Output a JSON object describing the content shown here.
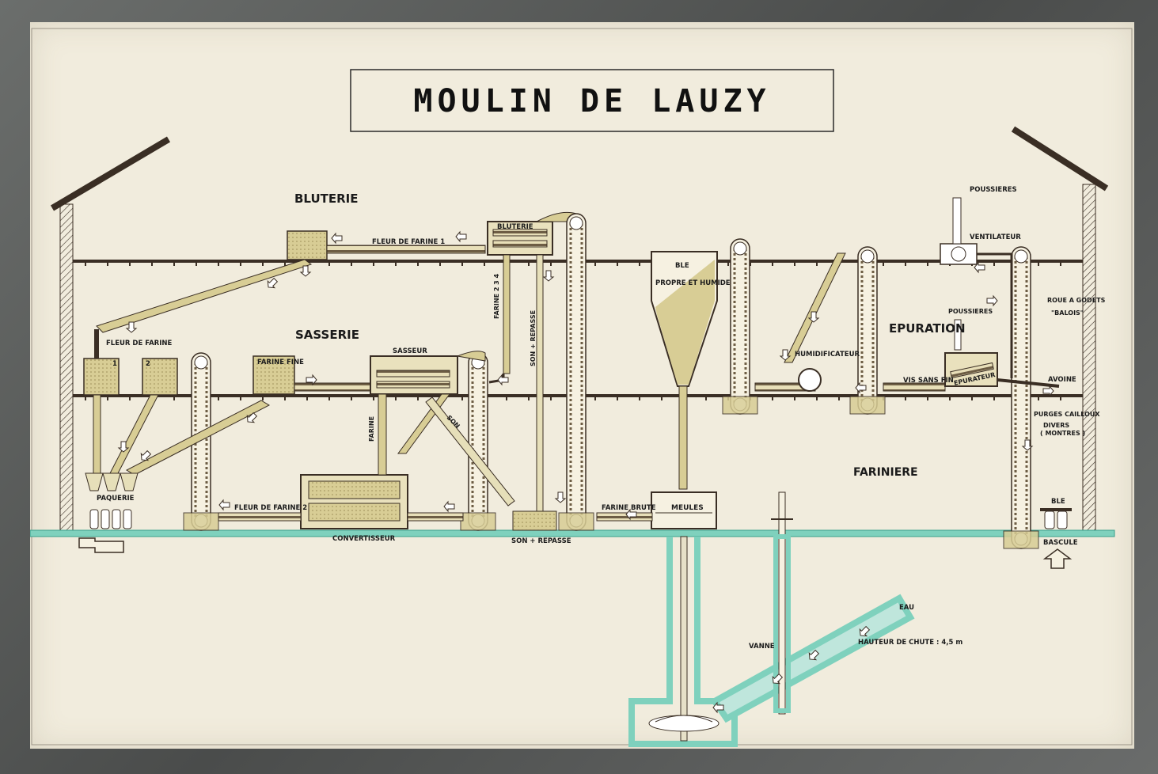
{
  "title": "MOULIN DE LAUZY",
  "sections": {
    "bluterie": "BLUTERIE",
    "sasserie": "SASSERIE",
    "epuration": "EPURATION",
    "fariniere": "FARINIERE"
  },
  "labels": {
    "fleur_de_farine_1": "FLEUR DE FARINE 1",
    "bluterie_machine": "BLUTERIE",
    "farine_234": "FARINE 2 3 4",
    "son_repasse_vertical": "SON + REPASSE",
    "ble_propre_humide_1": "BLE",
    "ble_propre_humide_2": "PROPRE ET HUMIDE",
    "poussieres_top": "POUSSIERES",
    "ventilateur": "VENTILATEUR",
    "roue_a_godets_1": "ROUE A GODETS",
    "roue_a_godets_2": "\"BALOIS\"",
    "poussieres_mid": "POUSSIERES",
    "humidificateur": "HUMIDIFICATEUR",
    "vis_sans_fin": "VIS SANS FIN",
    "epurateur": "EPURATEUR",
    "avoine": "AVOINE",
    "purges_1": "PURGES CAILLOUX",
    "purges_2": "DIVERS",
    "purges_3": "( MONTRES )",
    "fleur_de_farine": "FLEUR DE FARINE",
    "bin_1": "1",
    "bin_2": "2",
    "farine_fine": "FARINE FINE",
    "sasseur": "SASSEUR",
    "farine_vertical": "FARINE",
    "son_diag": "SON",
    "paquerie": "PAQUERIE",
    "fleur_de_farine_2": "FLEUR DE FARINE 2",
    "convertisseur": "CONVERTISSEUR",
    "son_repasse_bottom": "SON + REPASSE",
    "farine_brute": "FARINE BRUTE",
    "meules": "MEULES",
    "ble_bottom": "BLE",
    "bascule": "BASCULE",
    "eau": "EAU",
    "vanne": "VANNE",
    "hauteur_de_chute": "HAUTEUR DE CHUTE : 4,5 m"
  },
  "colors": {
    "paper": "#f1ecdd",
    "line": "#3a2e24",
    "grain": "#cfc58c",
    "water": "#7fd1bd",
    "water_dark": "#3a9f8a",
    "floor": "#7fd1bd"
  }
}
